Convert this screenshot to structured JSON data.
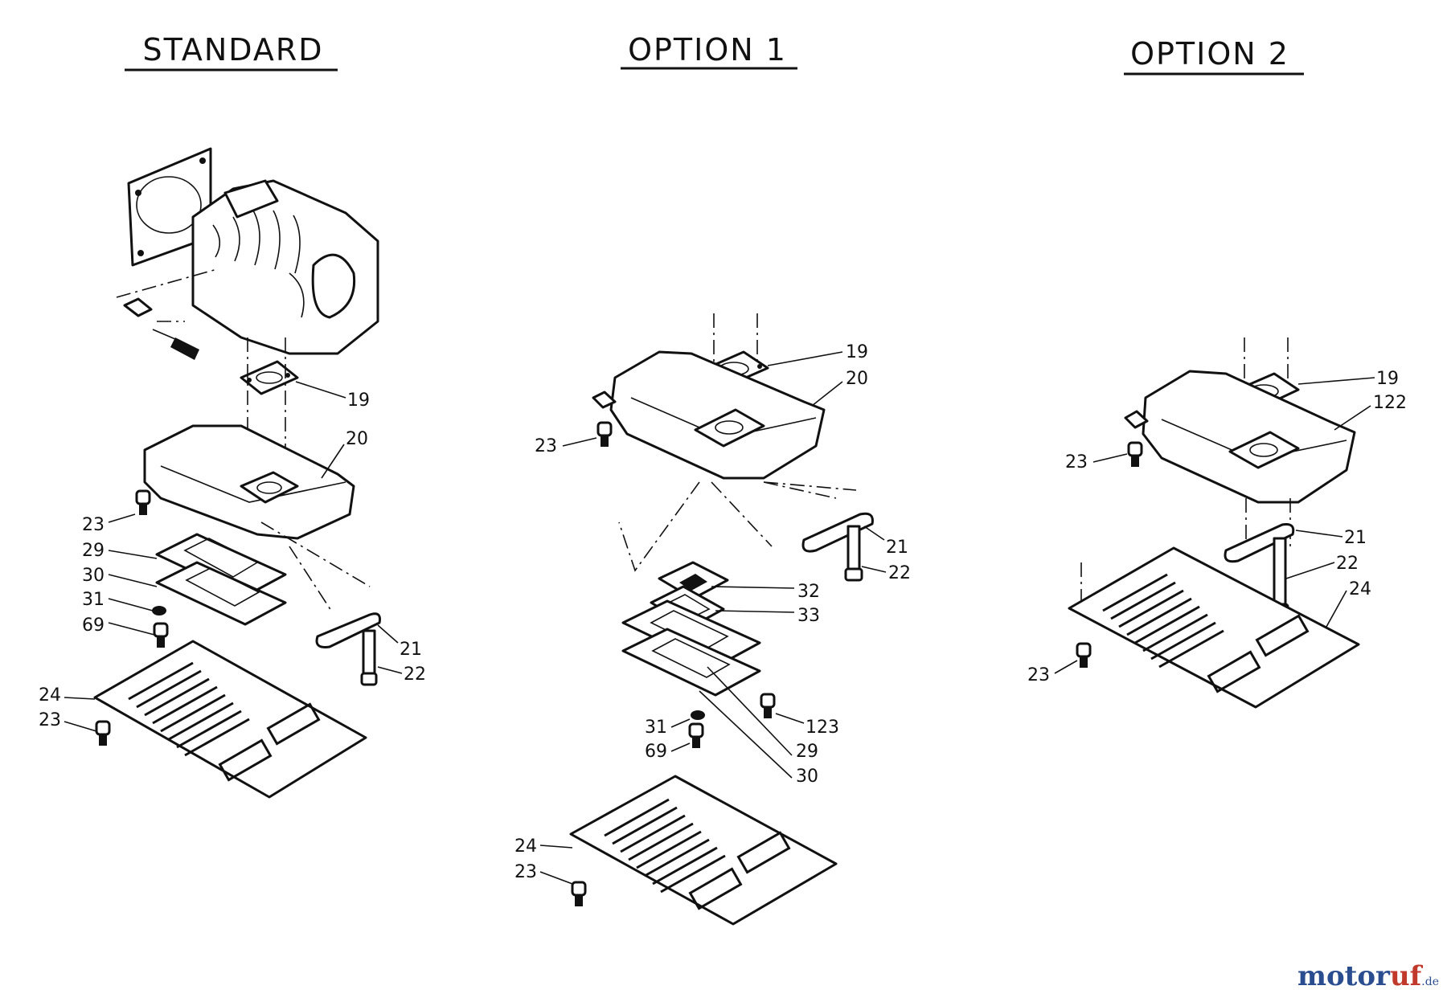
{
  "headings": {
    "standard": "STANDARD",
    "option1": "OPTION 1",
    "option2": "OPTION 2"
  },
  "standard": {
    "labels": [
      "19",
      "20",
      "23",
      "29",
      "30",
      "31",
      "69",
      "21",
      "22",
      "24",
      "23"
    ]
  },
  "option1": {
    "labels": [
      "19",
      "20",
      "23",
      "21",
      "22",
      "32",
      "33",
      "123",
      "31",
      "69",
      "29",
      "30",
      "24",
      "23"
    ]
  },
  "option2": {
    "labels": [
      "19",
      "122",
      "23",
      "21",
      "22",
      "24",
      "23"
    ]
  },
  "watermark": {
    "part_a": "motor",
    "part_b": "uf",
    "part_c": ".de"
  },
  "colors": {
    "line": "#111111",
    "watermark_blue": "#2a4d8f",
    "watermark_red": "#c0392b"
  }
}
